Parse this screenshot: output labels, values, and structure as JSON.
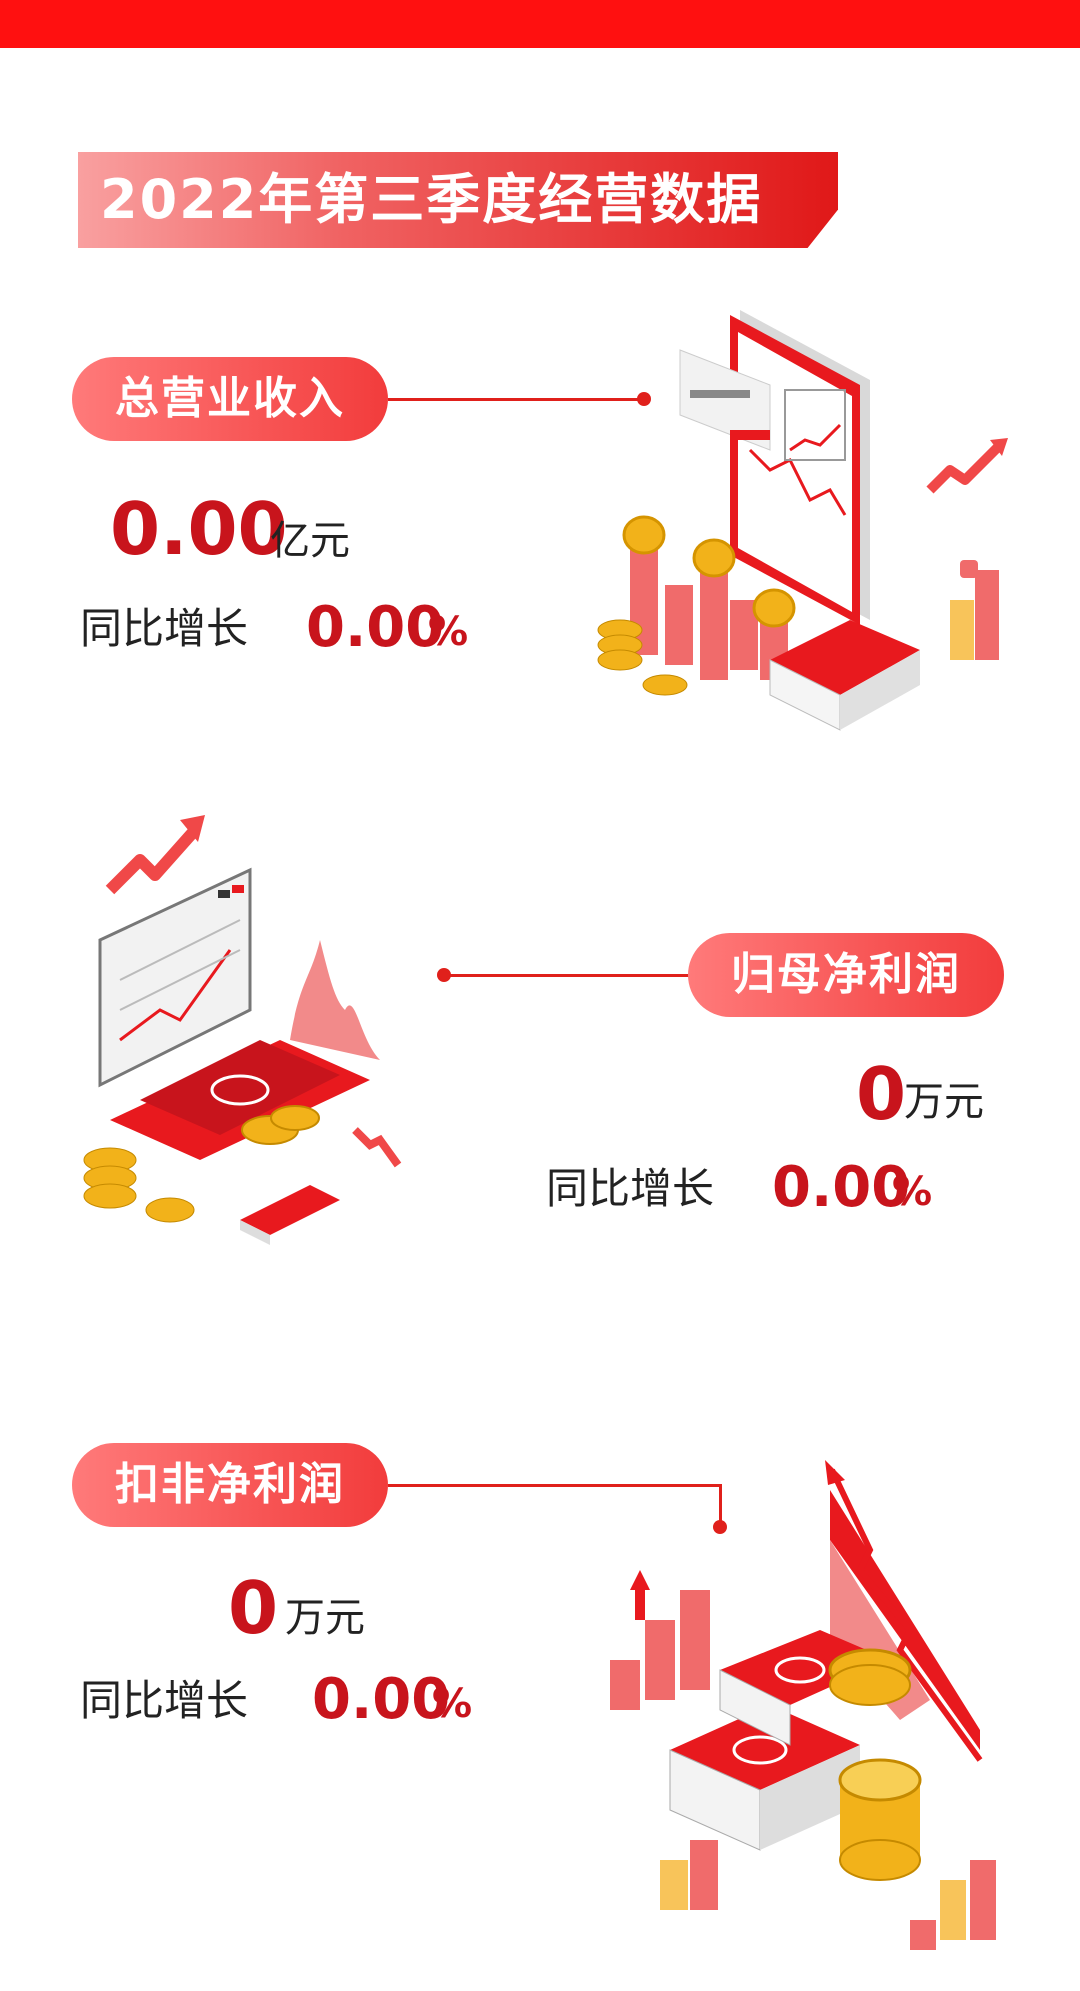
{
  "header": {
    "title": "2022年第三季度经营数据"
  },
  "sections": [
    {
      "label": "总营业收入",
      "value": "0.00",
      "unit": "亿元",
      "yoy_label": "同比增长",
      "yoy_value": "0.00",
      "yoy_unit": "%"
    },
    {
      "label": "归母净利润",
      "value": "0",
      "unit": "万元",
      "yoy_label": "同比增长",
      "yoy_value": "0.00",
      "yoy_unit": "%"
    },
    {
      "label": "扣非净利润",
      "value": "0",
      "unit": "万元",
      "yoy_label": "同比增长",
      "yoy_value": "0.00",
      "yoy_unit": "%"
    }
  ],
  "colors": {
    "accent": "#e0201b",
    "value_red": "#c8141c",
    "top_bar": "#ff1010"
  }
}
